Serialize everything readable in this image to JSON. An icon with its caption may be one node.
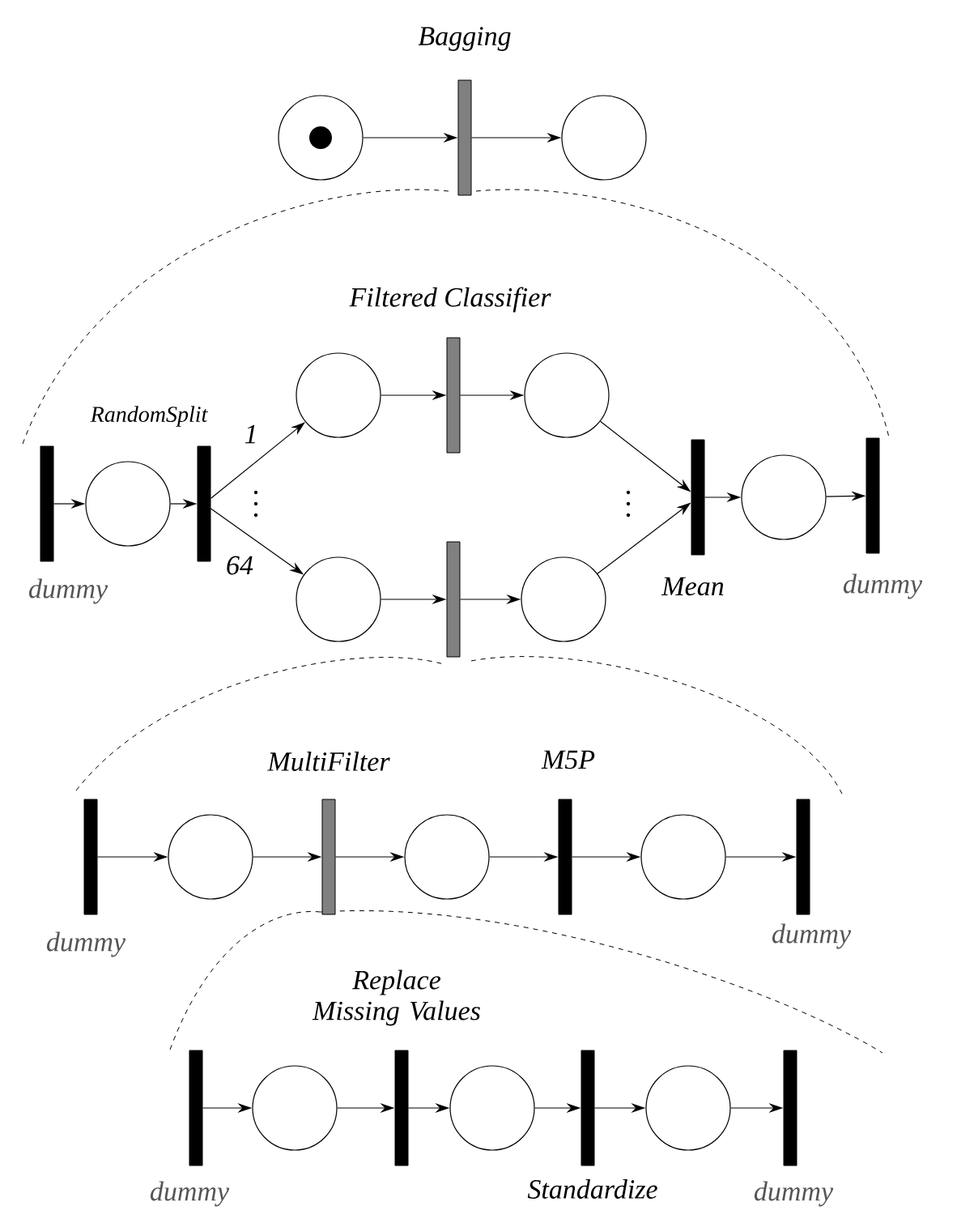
{
  "diagram": {
    "nodes": [
      {
        "text": [],
        "shape": "circle"
      },
      {
        "text": [
          "Bagging"
        ]
      },
      {
        "text": [],
        "shape": "circle"
      },
      {
        "text": [
          "dummy"
        ]
      },
      {
        "text": [],
        "shape": "circle"
      },
      {
        "text": [
          "RandomSplit"
        ]
      },
      {
        "text": [],
        "shape": "circle"
      },
      {
        "text": [
          "Filtered Classifier"
        ]
      },
      {
        "text": [],
        "shape": "circle"
      },
      {
        "text": [],
        "shape": "circle"
      },
      {
        "text": [],
        "shape": "bar"
      },
      {
        "text": [],
        "shape": "circle"
      },
      {
        "text": [
          "Mean"
        ]
      },
      {
        "text": [],
        "shape": "circle"
      },
      {
        "text": [
          "dummy"
        ]
      },
      {
        "text": [
          "dummy"
        ]
      },
      {
        "text": [],
        "shape": "circle"
      },
      {
        "text": [
          "MultiFilter"
        ]
      },
      {
        "text": [],
        "shape": "circle"
      },
      {
        "text": [
          "M5P"
        ]
      },
      {
        "text": [],
        "shape": "circle"
      },
      {
        "text": [
          "dummy"
        ]
      },
      {
        "text": [
          "dummy"
        ]
      },
      {
        "text": [],
        "shape": "circle"
      },
      {
        "text": [
          "Replace Missing Values"
        ]
      },
      {
        "text": [],
        "shape": "circle"
      },
      {
        "text": [
          "Standardize"
        ]
      },
      {
        "text": [],
        "shape": "circle"
      },
      {
        "text": [
          "dummy"
        ]
      }
    ],
    "edges": [
      {
        "from": 0,
        "to": 1,
        "arrow": "to"
      },
      {
        "from": 1,
        "to": 2,
        "arrow": "to"
      },
      {
        "from": 3,
        "to": 4,
        "arrow": "to"
      },
      {
        "from": 4,
        "to": 5,
        "arrow": "to"
      },
      {
        "from": 5,
        "to": 6,
        "arrow": "to",
        "label": "1"
      },
      {
        "from": 5,
        "to": 9,
        "arrow": "to",
        "label": "64"
      },
      {
        "from": 6,
        "to": 7,
        "arrow": "to"
      },
      {
        "from": 7,
        "to": 8,
        "arrow": "to"
      },
      {
        "from": 9,
        "to": 10,
        "arrow": "to"
      },
      {
        "from": 10,
        "to": 11,
        "arrow": "to"
      },
      {
        "from": 8,
        "to": 12,
        "arrow": "to"
      },
      {
        "from": 11,
        "to": 12,
        "arrow": "to"
      },
      {
        "from": 12,
        "to": 13,
        "arrow": "to"
      },
      {
        "from": 13,
        "to": 14,
        "arrow": "to"
      },
      {
        "from": 15,
        "to": 16,
        "arrow": "to"
      },
      {
        "from": 16,
        "to": 17,
        "arrow": "to"
      },
      {
        "from": 17,
        "to": 18,
        "arrow": "to"
      },
      {
        "from": 18,
        "to": 19,
        "arrow": "to"
      },
      {
        "from": 19,
        "to": 20,
        "arrow": "to"
      },
      {
        "from": 20,
        "to": 21,
        "arrow": "to"
      },
      {
        "from": 22,
        "to": 23,
        "arrow": "to"
      },
      {
        "from": 23,
        "to": 24,
        "arrow": "to"
      },
      {
        "from": 24,
        "to": 25,
        "arrow": "to"
      },
      {
        "from": 25,
        "to": 26,
        "arrow": "to"
      },
      {
        "from": 26,
        "to": 27,
        "arrow": "to"
      },
      {
        "from": 27,
        "to": 28,
        "arrow": "to"
      }
    ]
  }
}
